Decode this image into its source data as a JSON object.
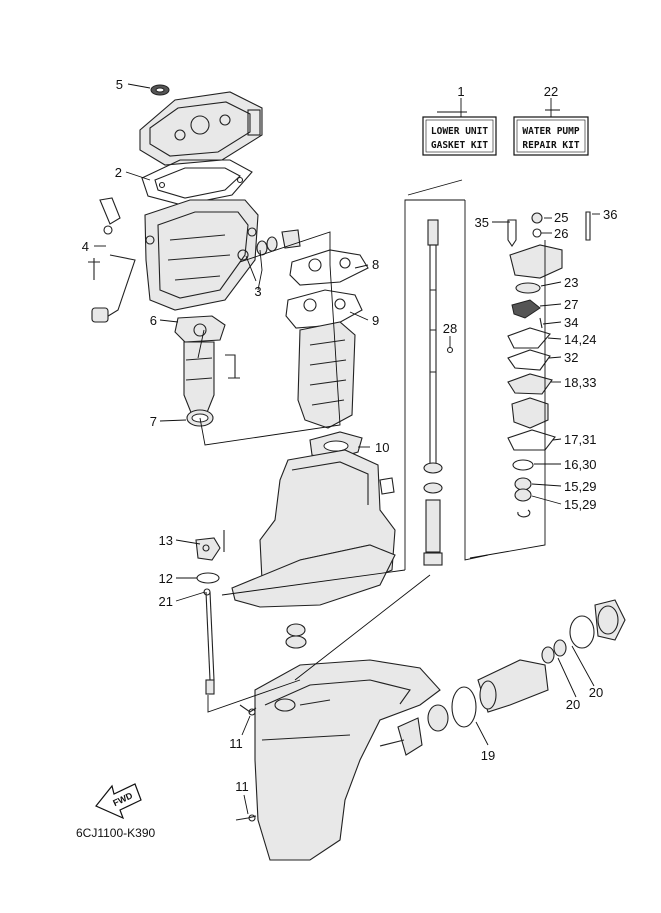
{
  "callouts": {
    "c1": "1",
    "c2": "2",
    "c3": "3",
    "c4": "4",
    "c5": "5",
    "c6": "6",
    "c7": "7",
    "c8": "8",
    "c9": "9",
    "c10": "10",
    "c11a": "11",
    "c11b": "11",
    "c12": "12",
    "c13": "13",
    "c14_24": "14,24",
    "c15_29a": "15,29",
    "c15_29b": "15,29",
    "c16_30": "16,30",
    "c17_31": "17,31",
    "c18_33": "18,33",
    "c19": "19",
    "c20a": "20",
    "c20b": "20",
    "c21": "21",
    "c22": "22",
    "c23": "23",
    "c25": "25",
    "c26": "26",
    "c27": "27",
    "c28": "28",
    "c32": "32",
    "c34": "34",
    "c35": "35",
    "c36": "36"
  },
  "kits": {
    "lower_unit": {
      "line1": "LOWER UNIT",
      "line2": "GASKET KIT"
    },
    "water_pump": {
      "line1": "WATER PUMP",
      "line2": "REPAIR KIT"
    }
  },
  "fwd_label": "FWD",
  "diagram_code": "6CJ1100-K390"
}
